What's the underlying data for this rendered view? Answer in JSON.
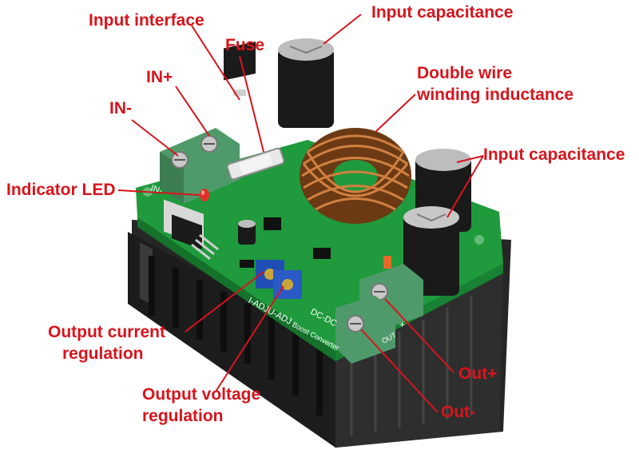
{
  "colors": {
    "label": "#d8141c",
    "pcb": "#1f9a3c",
    "heatsink": "#2a2a2a",
    "terminal": "#4f9a6a",
    "copper": "#b8672e",
    "capacitor": "#1a1a1a",
    "trimmer": "#1f4fb5"
  },
  "labels": {
    "input_interface": "Input interface",
    "input_capacitance_top": "Input capacitance",
    "fuse": "Fuse",
    "in_plus": "IN+",
    "in_minus": "IN-",
    "double_wire_1": "Double wire",
    "double_wire_2": "winding inductance",
    "input_capacitance_right": "Input capacitance",
    "indicator_led": "Indicator LED",
    "output_current_1": "Output current",
    "output_current_2": "regulation",
    "output_voltage_1": "Output voltage",
    "output_voltage_2": "regulation",
    "out_plus": "Out+",
    "out_minus": "Out-"
  },
  "board_text": {
    "silk_in": "IN-",
    "silk_out": "OUT",
    "silk_dcdc": "DC-DC",
    "silk_boost": "Boost Converter",
    "silk_adj": "I-ADJU-ADJ",
    "silk_plus": "+"
  }
}
